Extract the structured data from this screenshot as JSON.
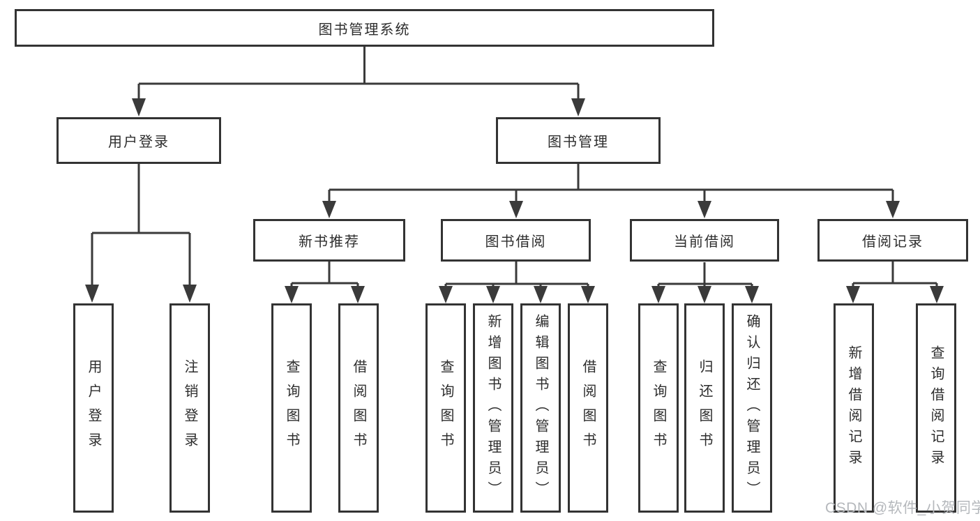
{
  "watermark": {
    "text": "CSDN @软件_小贺同学"
  },
  "colors": {
    "line": "#3a3a3a",
    "box_border": "#333333",
    "text": "#2d2d2d",
    "watermark_text": "#b5b8bc",
    "background": "#ffffff"
  },
  "tree": {
    "label": "图书管理系统",
    "children": [
      {
        "label": "用户登录",
        "children": [
          {
            "label": "用户登录"
          },
          {
            "label": "注销登录"
          }
        ]
      },
      {
        "label": "图书管理",
        "children": [
          {
            "label": "新书推荐",
            "children": [
              {
                "label": "查询图书"
              },
              {
                "label": "借阅图书"
              }
            ]
          },
          {
            "label": "图书借阅",
            "children": [
              {
                "label": "查询图书"
              },
              {
                "label": "新增图书（管理员）"
              },
              {
                "label": "编辑图书（管理员）"
              },
              {
                "label": "借阅图书"
              }
            ]
          },
          {
            "label": "当前借阅",
            "children": [
              {
                "label": "查询图书"
              },
              {
                "label": "归还图书"
              },
              {
                "label": "确认归还（管理员）"
              }
            ]
          },
          {
            "label": "借阅记录",
            "children": [
              {
                "label": "新增借阅记录"
              },
              {
                "label": "查询借阅记录"
              }
            ]
          }
        ]
      }
    ]
  }
}
